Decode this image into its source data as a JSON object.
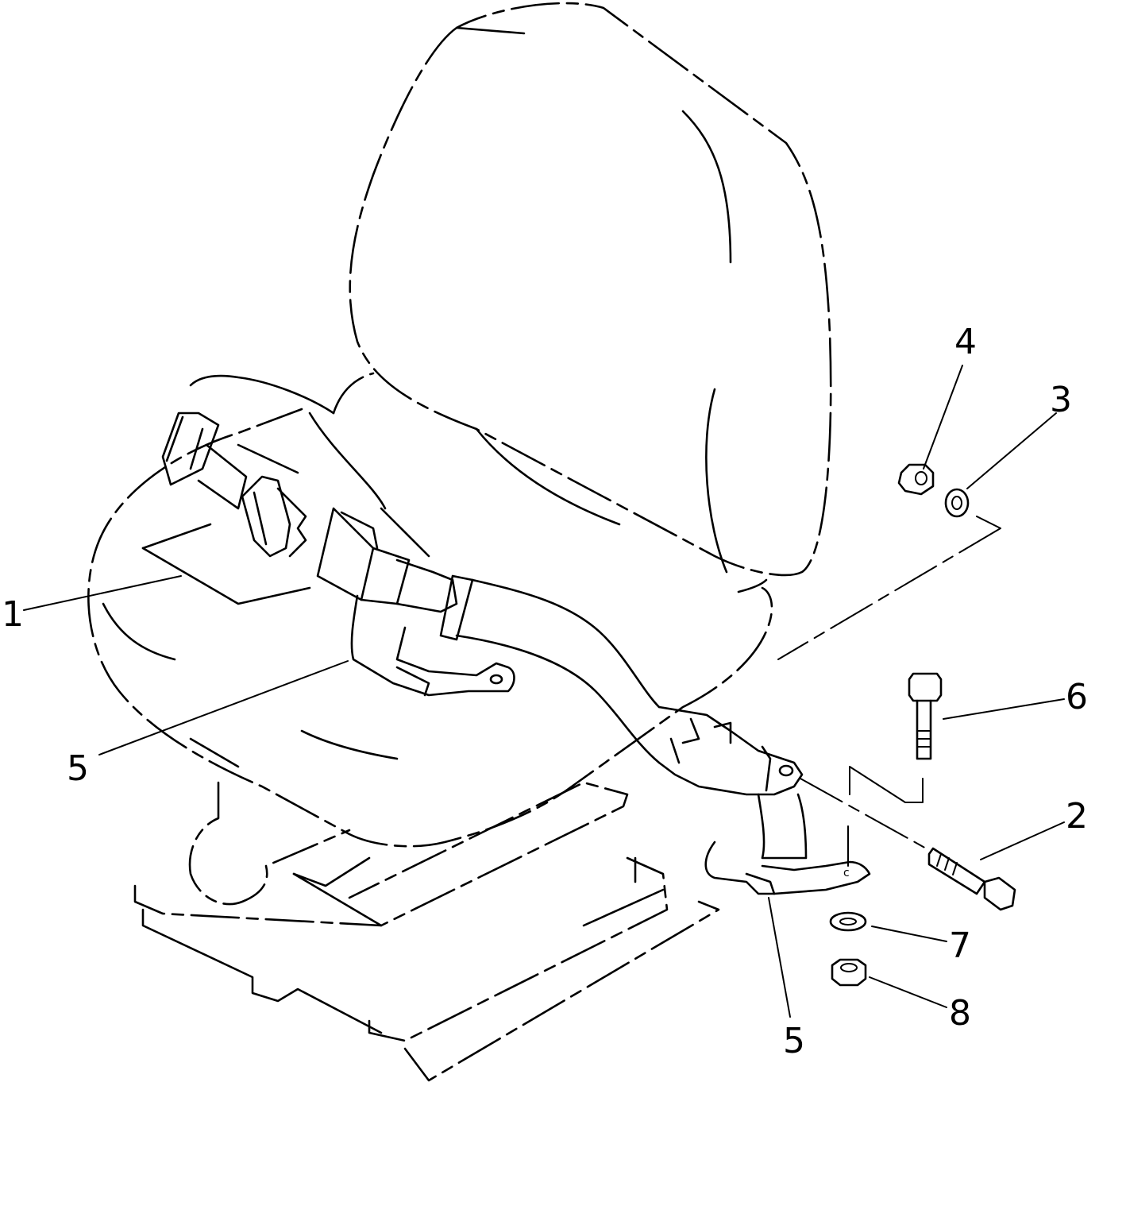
{
  "callouts": {
    "c1": "1",
    "c2": "2",
    "c3": "3",
    "c4": "4",
    "c5a": "5",
    "c5b": "5",
    "c6": "6",
    "c7": "7",
    "c8": "8"
  },
  "colors": {
    "ink": "#000000",
    "paper": "#ffffff"
  }
}
